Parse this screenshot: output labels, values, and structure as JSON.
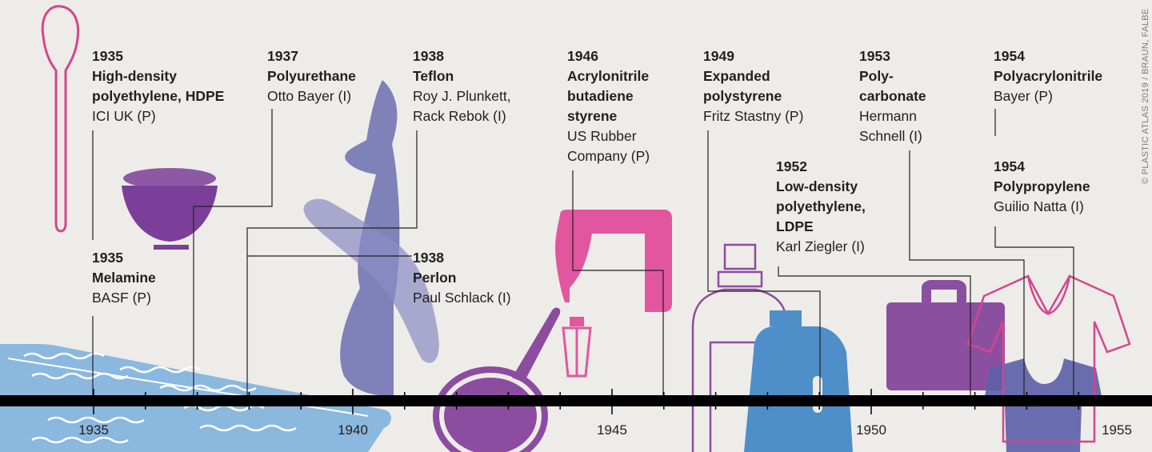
{
  "timeline": {
    "start_year": 1935,
    "end_year": 1955,
    "tick_years": [
      1935,
      1936,
      1937,
      1938,
      1939,
      1940,
      1941,
      1942,
      1943,
      1944,
      1945,
      1946,
      1947,
      1948,
      1949,
      1950,
      1951,
      1952,
      1953,
      1954,
      1955
    ],
    "year_labels": [
      "1935",
      "1940",
      "1945",
      "1950",
      "1955"
    ]
  },
  "events": [
    {
      "year": "1935",
      "name": [
        "High-density",
        "polyethylene, HDPE"
      ],
      "source": [
        "ICI UK (P)"
      ]
    },
    {
      "year": "1935",
      "name": [
        "Melamine"
      ],
      "source": [
        "BASF (P)"
      ]
    },
    {
      "year": "1937",
      "name": [
        "Polyurethane"
      ],
      "source": [
        "Otto Bayer (I)"
      ]
    },
    {
      "year": "1938",
      "name": [
        "Teflon"
      ],
      "source": [
        "Roy J. Plunkett,",
        "Rack Rebok (I)"
      ]
    },
    {
      "year": "1938",
      "name": [
        "Perlon"
      ],
      "source": [
        "Paul Schlack (I)"
      ]
    },
    {
      "year": "1946",
      "name": [
        "Acrylonitrile",
        "butadiene",
        "styrene"
      ],
      "source": [
        "US Rubber",
        "Company (P)"
      ]
    },
    {
      "year": "1949",
      "name": [
        "Expanded",
        "polystyrene"
      ],
      "source": [
        "Fritz Stastny (P)"
      ]
    },
    {
      "year": "1952",
      "name": [
        "Low-density",
        "polyethylene,",
        "LDPE"
      ],
      "source": [
        "Karl Ziegler (I)"
      ]
    },
    {
      "year": "1953",
      "name": [
        "Poly-",
        "carbonate"
      ],
      "source": [
        "Hermann",
        "Schnell (I)"
      ]
    },
    {
      "year": "1954",
      "name": [
        "Polyacrylonitrile"
      ],
      "source": [
        "Bayer (P)"
      ]
    },
    {
      "year": "1954",
      "name": [
        "Polypropylene"
      ],
      "source": [
        "Guilio Natta (I)"
      ]
    }
  ],
  "credit": "© PLASTIC ATLAS 2019 / BRAUN, FALBE",
  "illustrations": [
    {
      "icon": "spoon-icon",
      "color": "#d6458f"
    },
    {
      "icon": "mixing-bowl-icon",
      "color": "#7b3f99"
    },
    {
      "icon": "air-mattress-icon",
      "color": "#6ea5d8"
    },
    {
      "icon": "stockings-legs-icon",
      "color": "#5a5fa8"
    },
    {
      "icon": "frying-pan-icon",
      "color": "#8c4ca0"
    },
    {
      "icon": "hand-mixer-icon",
      "color": "#e256a0"
    },
    {
      "icon": "foam-bottle-icon",
      "color": "#8c4ca0"
    },
    {
      "icon": "detergent-jug-icon",
      "color": "#4e8fc9"
    },
    {
      "icon": "suitcase-icon",
      "color": "#8b4fa0"
    },
    {
      "icon": "t-shirt-icon",
      "color": "#5a5fa8"
    },
    {
      "icon": "t-shirt-outline-icon",
      "color": "#d6458f"
    }
  ]
}
